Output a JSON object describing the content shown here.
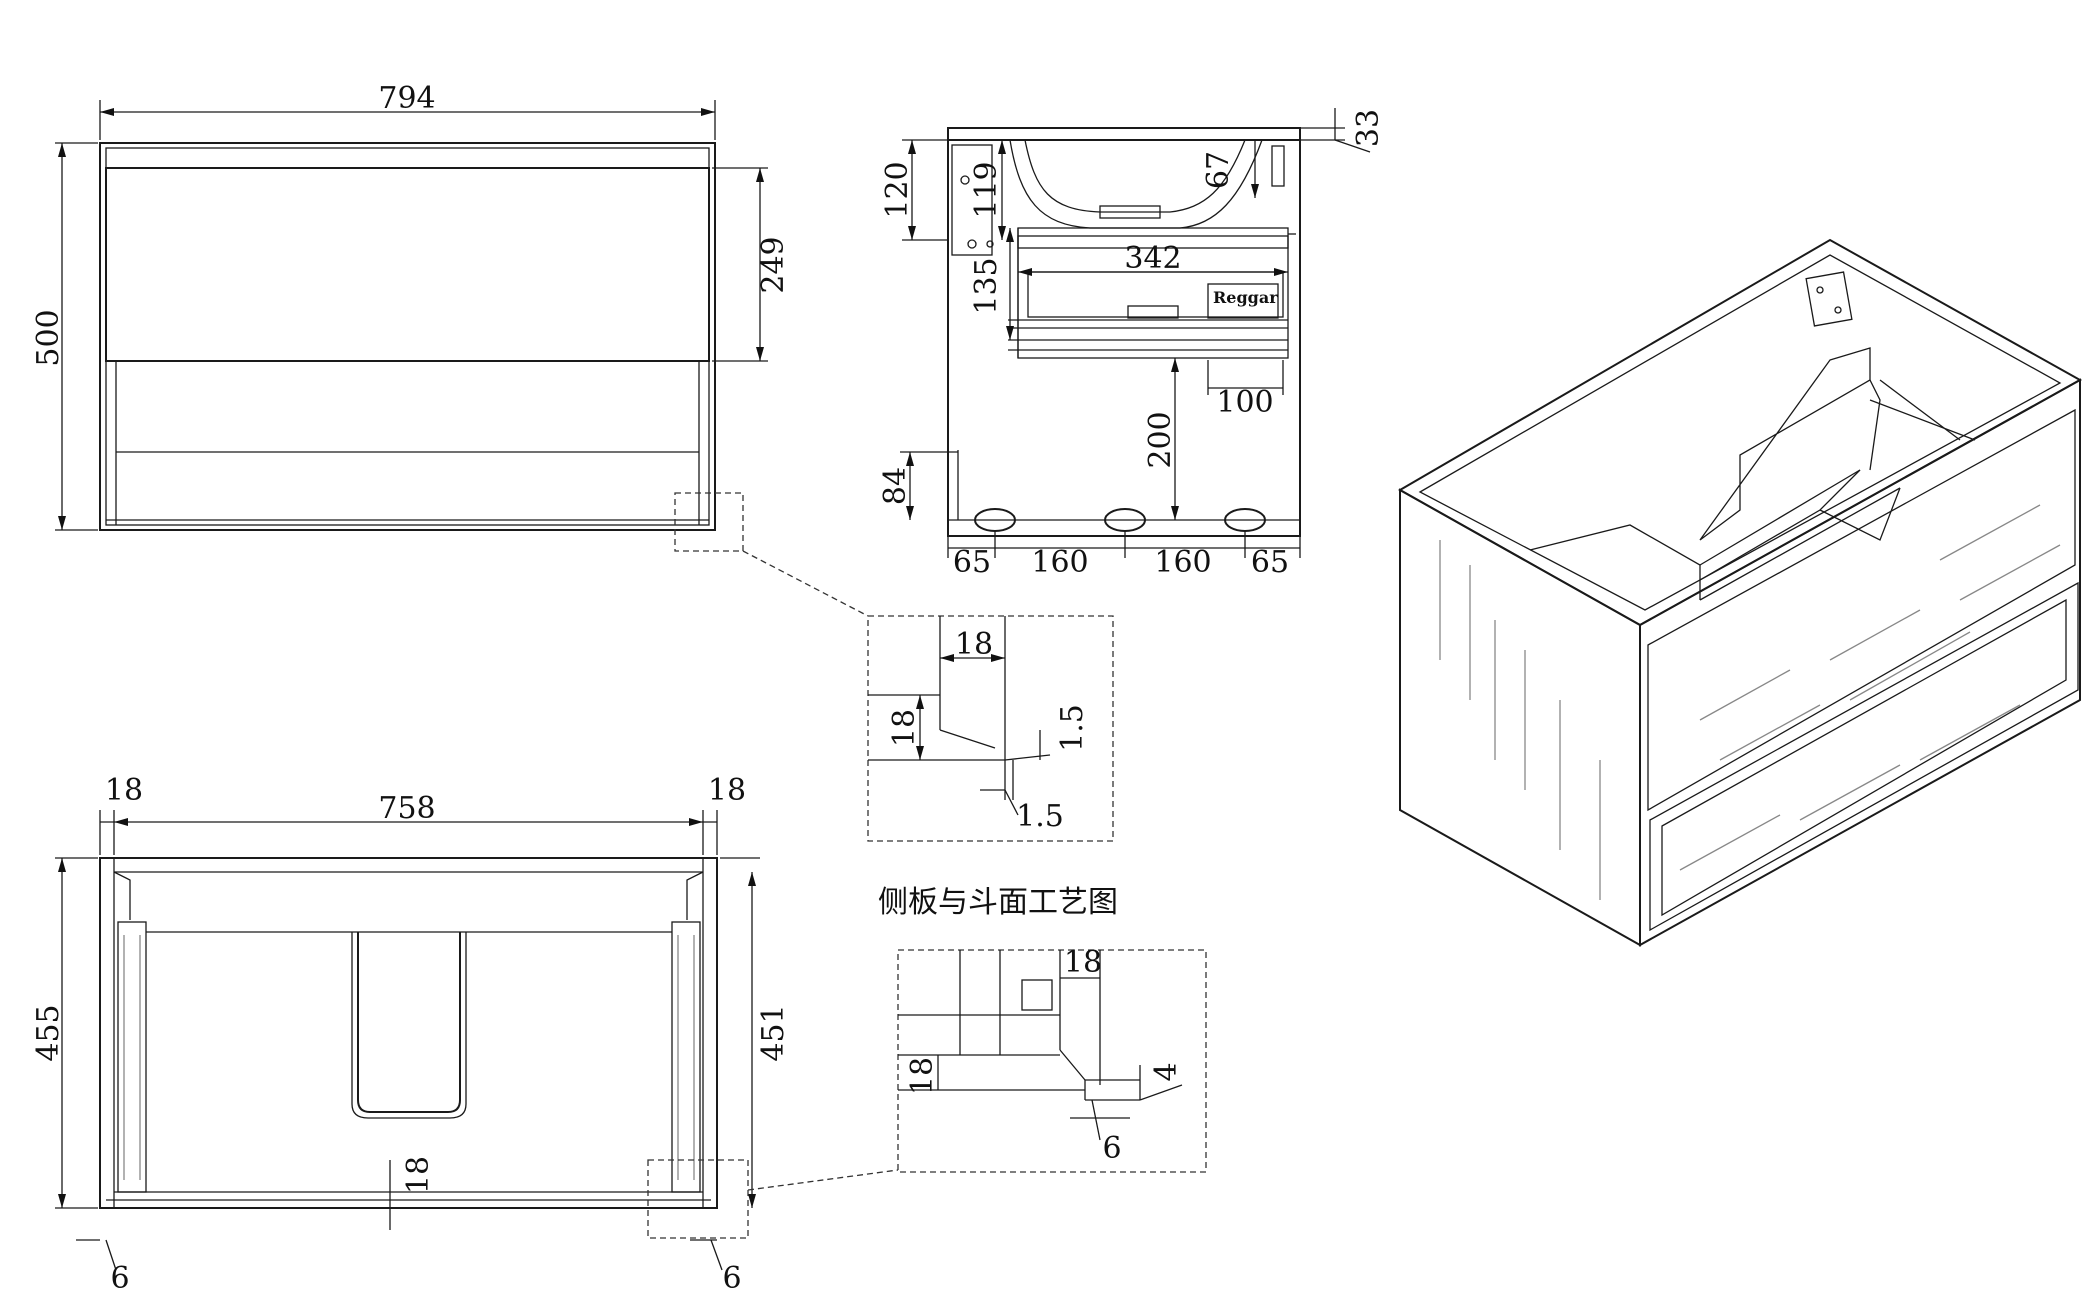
{
  "front_view": {
    "width_label": "794",
    "height_label": "500",
    "drawer_height_label": "249"
  },
  "side_view": {
    "dim_33": "33",
    "dim_120": "120",
    "dim_119": "119",
    "dim_67": "67",
    "dim_342": "342",
    "dim_135": "135",
    "dim_100": "100",
    "dim_200": "200",
    "dim_84": "84",
    "foot_spacing": [
      "65",
      "160",
      "160",
      "65"
    ],
    "brand_label": "Reggar"
  },
  "top_view": {
    "left_panel": "18",
    "right_panel": "18",
    "inner_width": "758",
    "depth_label": "455",
    "inner_depth_label": "451",
    "back_panel": "18",
    "left_offset": "6",
    "right_offset": "6"
  },
  "detail_1": {
    "dim_18_h": "18",
    "dim_18_v": "18",
    "dim_15_v": "1.5",
    "dim_15_h": "1.5"
  },
  "detail_title": "侧板与斗面工艺图",
  "detail_2": {
    "dim_18_top": "18",
    "dim_18_left": "18",
    "dim_4": "4",
    "dim_6": "6"
  }
}
